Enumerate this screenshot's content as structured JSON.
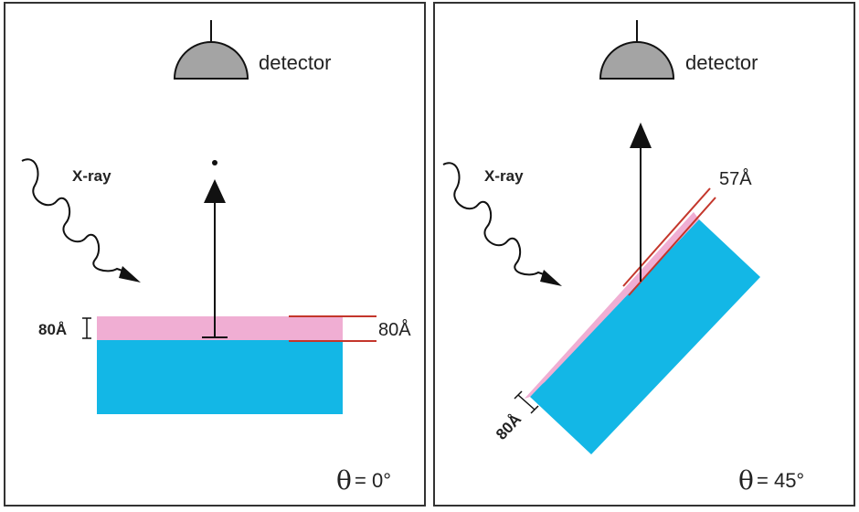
{
  "colors": {
    "frame": "#333333",
    "substrate": "#13b7e6",
    "film": "#f0aed3",
    "detector": "#a4a4a4",
    "red_marker": "#c4362b",
    "ink": "#111111"
  },
  "icons": [
    "detector-dome-icon",
    "xray-wave-icon",
    "arrow-up-icon"
  ],
  "left_panel": {
    "detector_label": "detector",
    "xray_label": "X-ray",
    "film_thickness_label": "80Å",
    "probe_depth_label": "80Å",
    "angle_symbol": "θ",
    "angle_value": "= 0°"
  },
  "right_panel": {
    "detector_label": "detector",
    "xray_label": "X-ray",
    "probe_depth_label": "57Å",
    "film_thickness_label": "80Å",
    "angle_symbol": "θ",
    "angle_value": "= 45°"
  }
}
